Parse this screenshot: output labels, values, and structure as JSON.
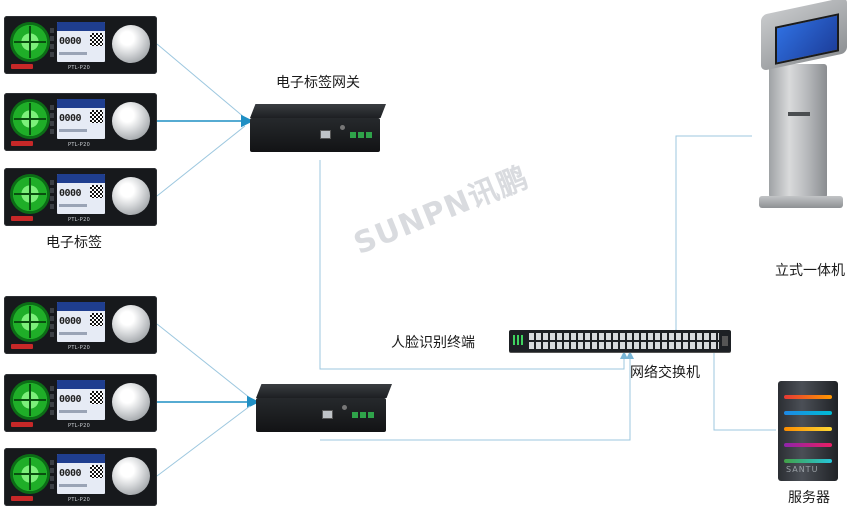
{
  "diagram": {
    "labels": {
      "gateway_top": "电子标签网关",
      "tags_group": "电子标签",
      "kiosk": "立式一体机",
      "face_terminal": "人脸识别终端",
      "switch": "网络交换机",
      "server": "服务器"
    },
    "device_text": {
      "tag_counter": "0000",
      "tag_model": "PTL-P20",
      "server_brand": "SANTU"
    },
    "watermark": "SUNPN讯鹏",
    "colors": {
      "link_line": "#9cc7df",
      "active_arrow": "#1f8fc4",
      "tag_green": "#1fae28",
      "tag_screen_header": "#1f3e8f"
    }
  }
}
